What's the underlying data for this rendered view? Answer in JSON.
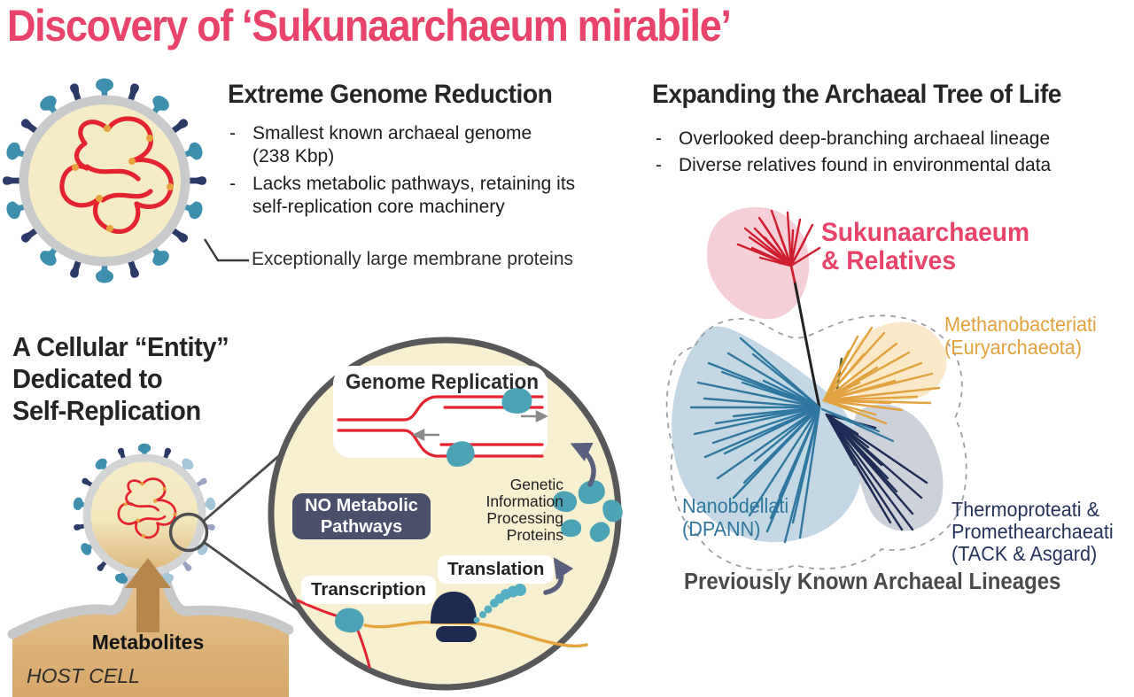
{
  "ui": {
    "dash": "-"
  },
  "title": "Discovery of ‘Sukunaarchaeum mirabile’",
  "palette": {
    "accent_pink": "#E8436A",
    "red_genome": "#E42331",
    "teal_protein": "#3E8FAE",
    "teal_light": "#4BA3B5",
    "navy": "#2B3A66",
    "dark_navy": "#1E2A52",
    "slate_box": "#4A4F6C",
    "slate_arrow": "#5A5F7D",
    "cream": "#F6EFD0",
    "membrane_gray": "#C9CACB",
    "host_tan": "#DCB17A",
    "arrow_brown": "#B6874D",
    "orange_branch": "#E2A23F",
    "blue_branch": "#3077A0",
    "navy_branch": "#1F2C55",
    "red_branch": "#CF1E2E",
    "pink_blob": "#F7CFD8",
    "blue_blob": "#C3D8E4",
    "orange_blob": "#FAE8C8",
    "gray_blob": "#CDD1D9"
  },
  "genome_reduction": {
    "heading": "Extreme Genome Reduction",
    "bullets": [
      [
        "Smallest known archaeal genome",
        "(238 Kbp)"
      ],
      [
        "Lacks metabolic pathways, retaining its",
        "self-replication core machinery"
      ]
    ],
    "callout": "Exceptionally large membrane proteins"
  },
  "tree_section": {
    "heading": "Expanding the Archaeal Tree of Life",
    "bullets": [
      [
        "Overlooked deep-branching archaeal lineage"
      ],
      [
        "Diverse relatives found in environmental data"
      ]
    ],
    "clades": {
      "sukunaarchaeum": {
        "lines": [
          "Sukunaarchaeum",
          "& Relatives"
        ]
      },
      "methanobacteriati": {
        "lines": [
          "Methanobacteriati",
          "(Euryarchaeota)"
        ]
      },
      "nanobdellati": {
        "lines": [
          "Nanobdellati",
          "(DPANN)"
        ]
      },
      "thermoproteati": {
        "lines": [
          "Thermoproteati &",
          "Promethearchaeati",
          "(TACK & Asgard)"
        ]
      }
    },
    "caption": "Previously Known Archaeal Lineages"
  },
  "cell_entity": {
    "heading_lines": [
      "A Cellular “Entity”",
      "Dedicated to",
      "Self-Replication"
    ],
    "metabolites": "Metabolites",
    "host_cell": "HOST CELL",
    "zoom_labels": {
      "genome_replication": "Genome Replication",
      "no_metabolic_lines": [
        "NO Metabolic",
        "Pathways"
      ],
      "gip_lines": [
        "Genetic",
        "Information",
        "Processing",
        "Proteins"
      ],
      "translation": "Translation",
      "transcription": "Transcription"
    }
  }
}
